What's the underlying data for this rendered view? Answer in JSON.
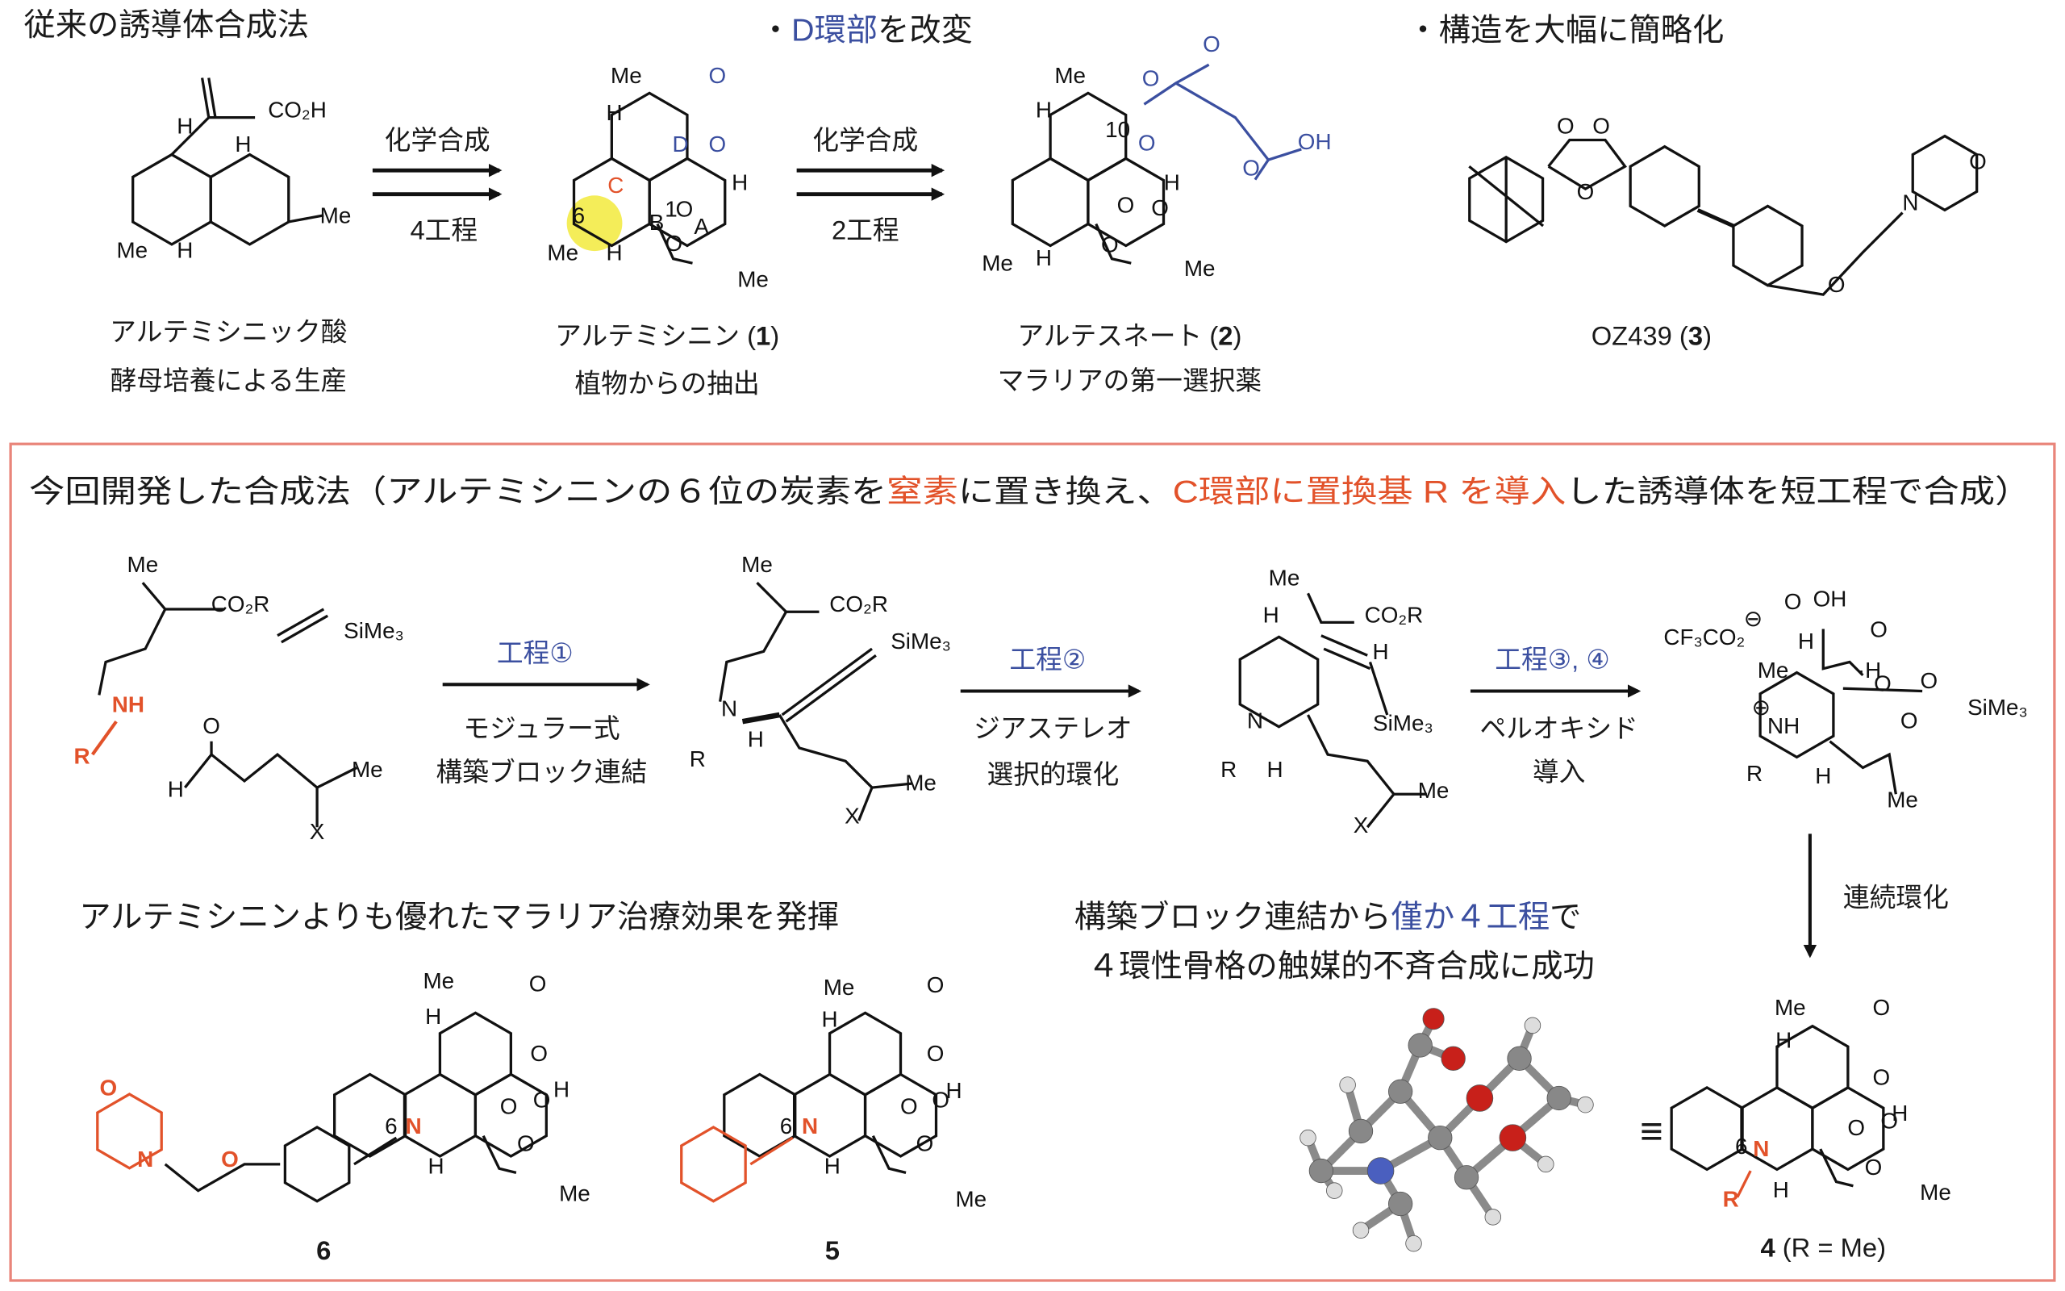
{
  "colors": {
    "blue": "#3b4fa0",
    "orange": "#e2522a",
    "box": "#e9857a",
    "highlight": "#f2ea3c"
  },
  "old_route": {
    "title": "従来の誘導体合成法",
    "note_d": {
      "bullet": "・",
      "blue": "D環部",
      "rest": "を改変"
    },
    "note_simplify": "・構造を大幅に簡略化",
    "arrow1": {
      "top": "化学合成",
      "bottom": "4工程"
    },
    "arrow2": {
      "top": "化学合成",
      "bottom": "2工程"
    },
    "compounds": [
      {
        "name": "アルテミシニック酸",
        "desc": "酵母培養による生産"
      },
      {
        "name": "アルテミシニン (",
        "number": "1",
        "close": ")",
        "desc": "植物からの抽出"
      },
      {
        "name": "アルテスネート (",
        "number": "2",
        "close": ")",
        "desc": "マラリアの第一選択薬"
      },
      {
        "name": "OZ439 (",
        "number": "3",
        "close": ")"
      }
    ]
  },
  "new_route": {
    "header": [
      {
        "text": "今回開発した合成法（アルテミシニンの６位の炭素を",
        "color": "black"
      },
      {
        "text": "窒素",
        "color": "orange"
      },
      {
        "text": "に置き換え、",
        "color": "black"
      },
      {
        "text": "C環部に置換基 R を導入",
        "color": "orange"
      },
      {
        "text": "した誘導体を短工程で合成）",
        "color": "black"
      }
    ],
    "steps": [
      {
        "label": "工程①",
        "line1": "モジュラー式",
        "line2": "構築ブロック連結"
      },
      {
        "label": "工程②",
        "line1": "ジアステレオ",
        "line2": "選択的環化"
      },
      {
        "label": "工程③, ④",
        "line1": "ペルオキシド",
        "line2": "導入"
      }
    ],
    "cyclization": "連続環化",
    "effect": "アルテミシニンよりも優れたマラリア治療効果を発揮",
    "summary": {
      "pre": "構築ブロック連結から",
      "blue": "僅か４工程",
      "post": "で",
      "line2": "４環性骨格の触媒的不斉合成に成功"
    },
    "equiv": "≡",
    "compound_labels": {
      "c6": "6",
      "c5": "5",
      "c4": "4",
      "c4_note": " (R = Me)"
    }
  },
  "molecules": {
    "aa": [
      "CO₂H",
      "H",
      "H",
      "Me",
      "Me",
      "H"
    ],
    "art": [
      "Me",
      "O",
      "H",
      "D",
      "C",
      "O",
      "H",
      "6",
      "B",
      "1",
      "O",
      "A",
      "O",
      "Me",
      "H",
      "Me"
    ],
    "as": [
      "Me",
      "O",
      "O",
      "10",
      "O",
      "H",
      "H",
      "O",
      "O",
      "O",
      "Me",
      "H",
      "Me",
      "OH",
      "O"
    ],
    "oz": [
      "O",
      "O",
      "O",
      "O",
      "N",
      "O"
    ],
    "sm": [
      "Me",
      "CO₂R",
      "NH",
      "R",
      "SiMe₃",
      "O",
      "H",
      "Me",
      "X"
    ],
    "i1": [
      "Me",
      "CO₂R",
      "SiMe₃",
      "N",
      "R",
      "H",
      "Me",
      "X"
    ],
    "i2": [
      "Me",
      "H",
      "CO₂R",
      "H",
      "N",
      "SiMe₃",
      "R",
      "H",
      "Me",
      "X"
    ],
    "i3": [
      "O",
      "OH",
      "CF₃CO₂",
      "⊖",
      "H",
      "O",
      "Me",
      "·H",
      "O",
      "O",
      "SiMe₃",
      "⊕",
      "NH",
      "O",
      "R",
      "H",
      "Me"
    ],
    "c6": [
      "Me",
      "O",
      "H",
      "O",
      "H",
      "6",
      "N",
      "O",
      "O",
      "H",
      "O",
      "Me",
      "O",
      "N",
      "O"
    ],
    "c5": [
      "Me",
      "O",
      "H",
      "O",
      "H",
      "6",
      "N",
      "O",
      "O",
      "H",
      "O",
      "Me"
    ],
    "c4": [
      "Me",
      "O",
      "H",
      "O",
      "H",
      "6",
      "N",
      "R",
      "O",
      "O",
      "H",
      "O",
      "Me"
    ]
  }
}
